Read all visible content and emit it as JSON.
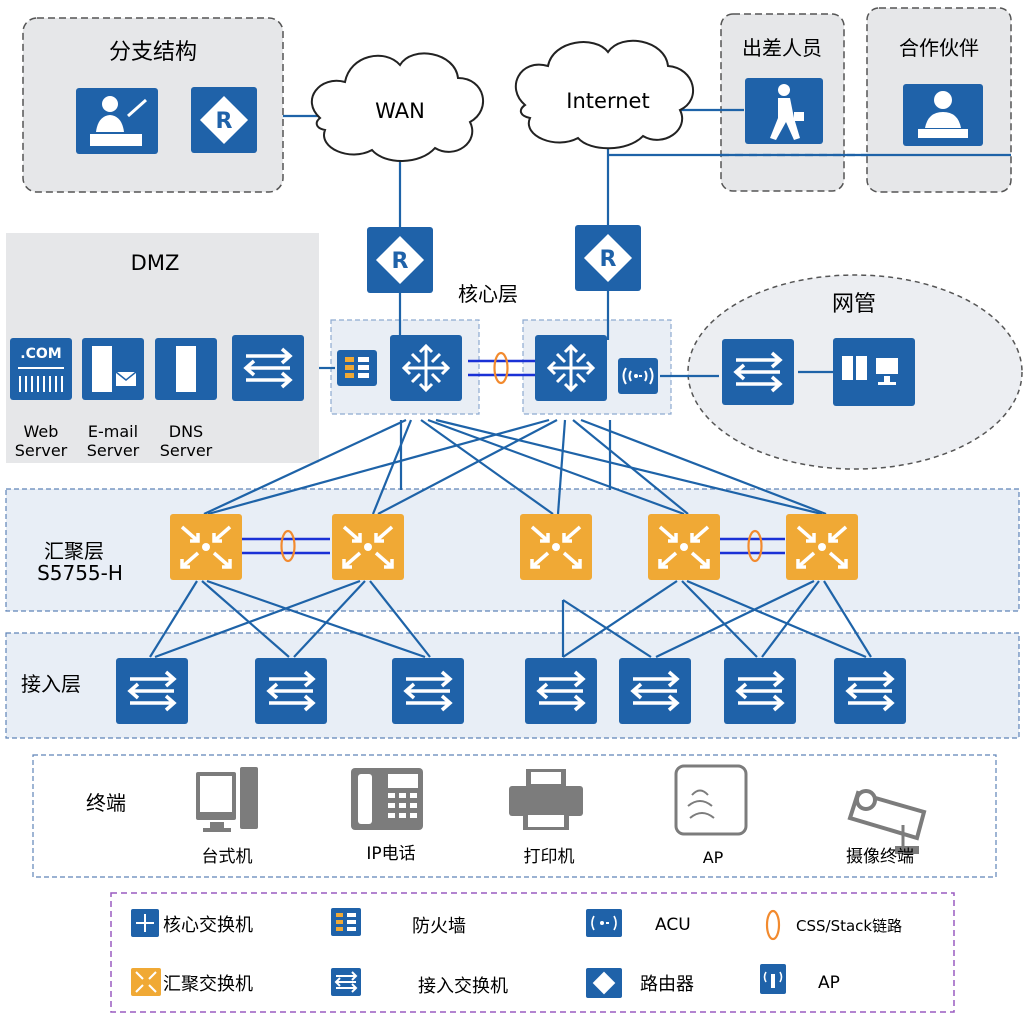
{
  "regions": {
    "branch": "分支结构",
    "travel": "出差人员",
    "partner": "合作伙伴",
    "dmz": "DMZ",
    "netmgmt": "网管",
    "core": "核心层",
    "agg": "汇聚层",
    "agg_model": "S5755-H",
    "access": "接入层",
    "terminals": "终端"
  },
  "clouds": {
    "wan": "WAN",
    "internet": "Internet"
  },
  "dmz_servers": [
    {
      "icon": "web-server-icon",
      "badge": ".COM",
      "line1": "Web",
      "line2": "Server"
    },
    {
      "icon": "email-server-icon",
      "badge": "",
      "line1": "E-mail",
      "line2": "Server"
    },
    {
      "icon": "dns-server-icon",
      "badge": "",
      "line1": "DNS",
      "line2": "Server"
    }
  ],
  "terminal_items": [
    "台式机",
    "IP电话",
    "打印机",
    "AP",
    "摄像终端"
  ],
  "legend": {
    "core_switch": "核心交换机",
    "firewall": "防火墙",
    "acu": "ACU",
    "css_stack": "CSS/Stack链路",
    "agg_switch": "汇聚交换机",
    "access_switch": "接入交换机",
    "router": "路由器",
    "ap": "AP"
  },
  "icon_glyphs": {
    "router": "R"
  },
  "colors": {
    "blue": "#1f62a9",
    "orange": "#f0a935",
    "link": "#1e63a8",
    "stack_ring": "#f28a2e",
    "region_gray": "#e6e7e9"
  }
}
